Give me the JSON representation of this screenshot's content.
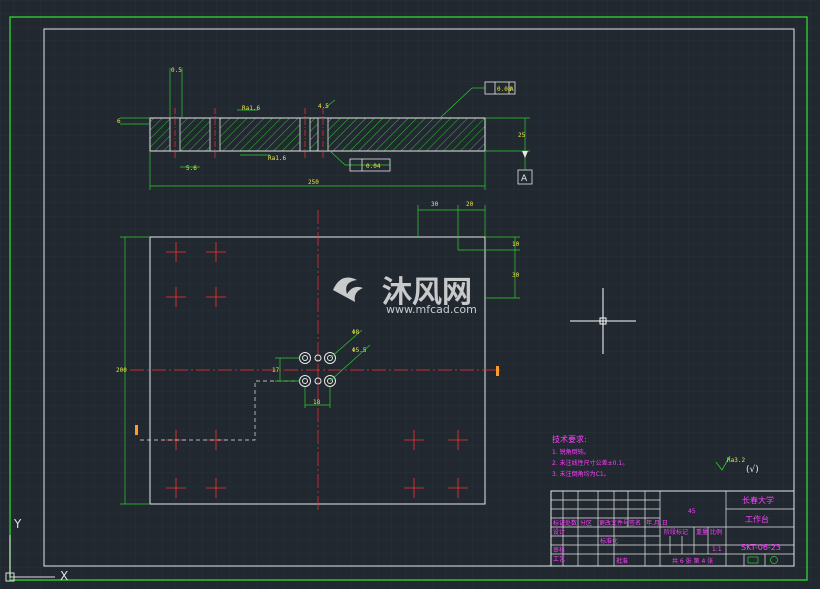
{
  "drawing": {
    "watermark": {
      "title": "沐风网",
      "subtitle": "www.mfcad.com"
    },
    "dimensions": {
      "pin_width": "0.5",
      "top_offset": "6",
      "tolerance_small": "4.5",
      "thickness": "25",
      "rough_top": "Ra1.6",
      "rough_bottom": "Ra1.6",
      "hole_depth": "5.6",
      "total_length": "250",
      "flatness": "0.04",
      "parallel": "0.08",
      "parallel_datum": "A",
      "datum_label": "A",
      "corner_w1": "30",
      "corner_w2": "20",
      "corner_h1": "10",
      "corner_h2": "30",
      "plate_height": "200",
      "hole_dia_big": "Φ8",
      "hole_dia_small": "Φ5.5",
      "hole_vspace": "17",
      "hole_hspace": "18"
    },
    "tech_notes": {
      "title": "技术要求:",
      "items": [
        "1. 锐角倒钝。",
        "2. 未注线性尺寸公差±0.1。",
        "3. 未注倒角均为C1。"
      ]
    },
    "surface_general": {
      "symbol": "Ra3.2",
      "paren": "(√)"
    },
    "title_block": {
      "school": "长春大学",
      "material": "45",
      "part_name": "工作台",
      "drawing_no": "SKT-06-23",
      "sheet": "共 6 张  第 4 张",
      "scale_label": "比例",
      "scale_value": "1:1",
      "stage_label": "阶段标记",
      "weight_label": "重量",
      "rows": [
        "标记",
        "处数",
        "分区",
        "更改文件号",
        "签名",
        "年.月.日"
      ],
      "roles": [
        "设计",
        "审核",
        "工艺",
        "批准"
      ],
      "standardize": "标准化"
    },
    "axis": {
      "x": "X",
      "y": "Y"
    }
  }
}
